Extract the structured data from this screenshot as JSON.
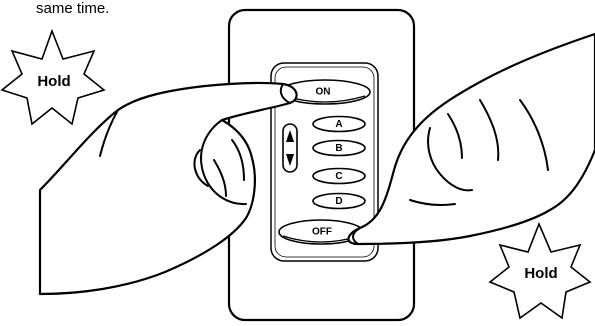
{
  "caption": "same time.",
  "callouts": {
    "left": "Hold",
    "right": "Hold"
  },
  "keypad": {
    "on": "ON",
    "a": "A",
    "b": "B",
    "c": "C",
    "d": "D",
    "off": "OFF"
  },
  "icons": [
    "starburst-icon",
    "up-down-arrow-icon",
    "hand-icon"
  ]
}
